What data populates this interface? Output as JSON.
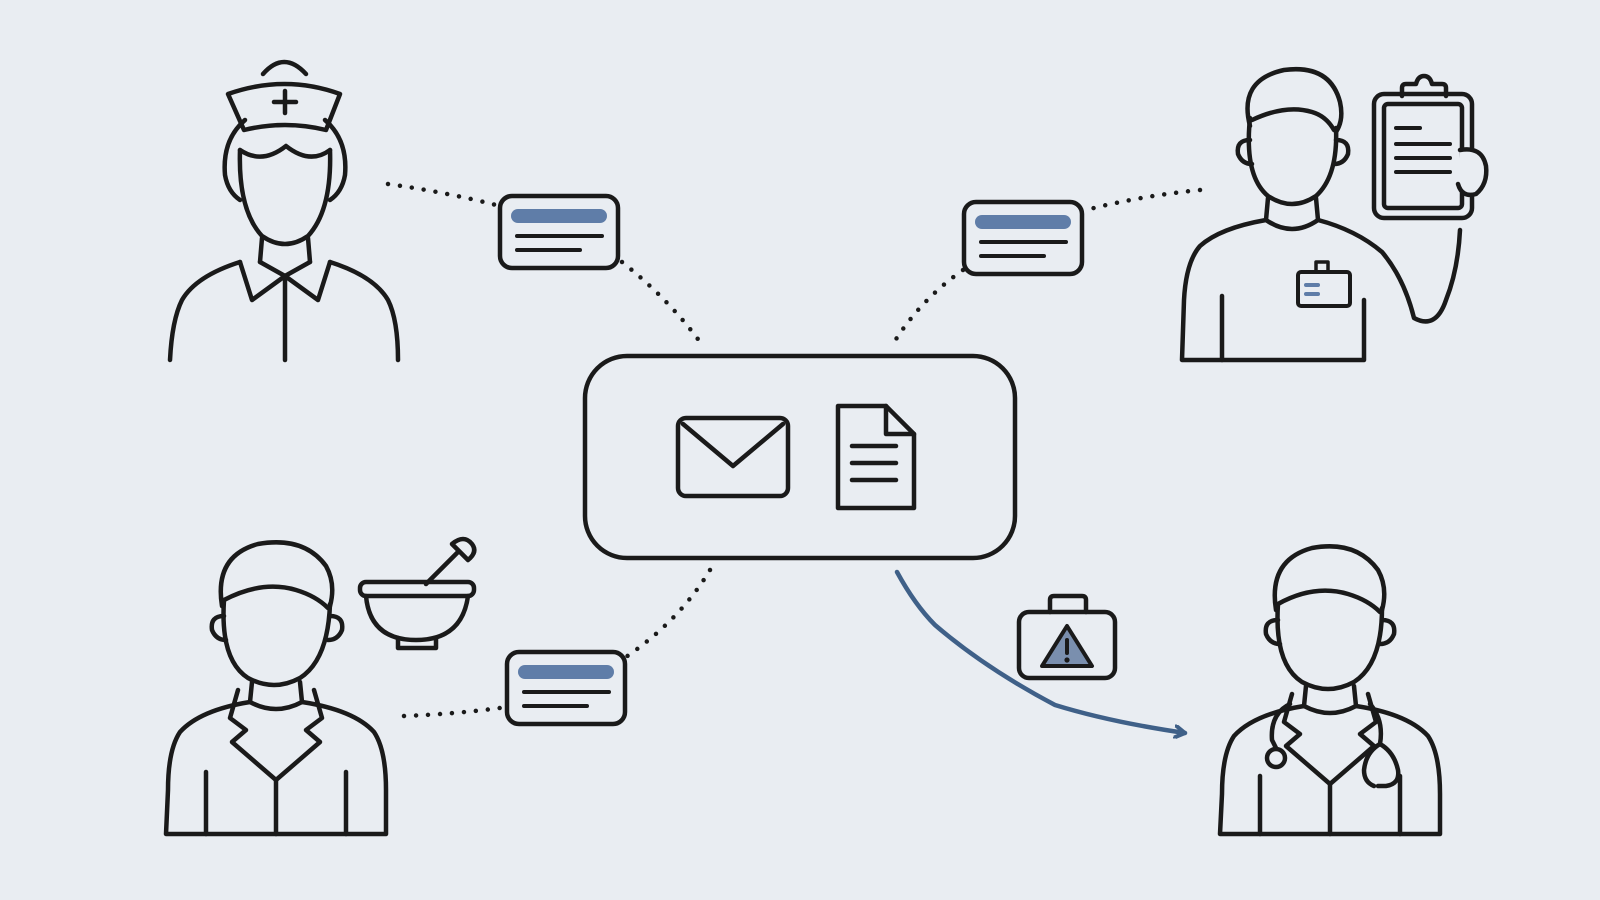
{
  "colors": {
    "background": "#e9edf2",
    "ink": "#1a1a1a",
    "accent": "#5f7da8",
    "arrow": "#3f6088"
  },
  "hub": {
    "icons": [
      "envelope-icon",
      "document-icon"
    ]
  },
  "roles": [
    {
      "id": "nurse",
      "icons": [
        "nurse-cap-icon",
        "cross-icon"
      ]
    },
    {
      "id": "staff-member",
      "icons": [
        "clipboard-icon",
        "id-badge-icon"
      ]
    },
    {
      "id": "pharmacist",
      "icons": [
        "mortar-pestle-icon"
      ]
    },
    {
      "id": "physician",
      "icons": [
        "stethoscope-icon"
      ]
    }
  ],
  "message_cards": [
    "nurse-message",
    "staff-message",
    "pharmacist-message"
  ],
  "alert": {
    "icon": "warning-icon"
  }
}
